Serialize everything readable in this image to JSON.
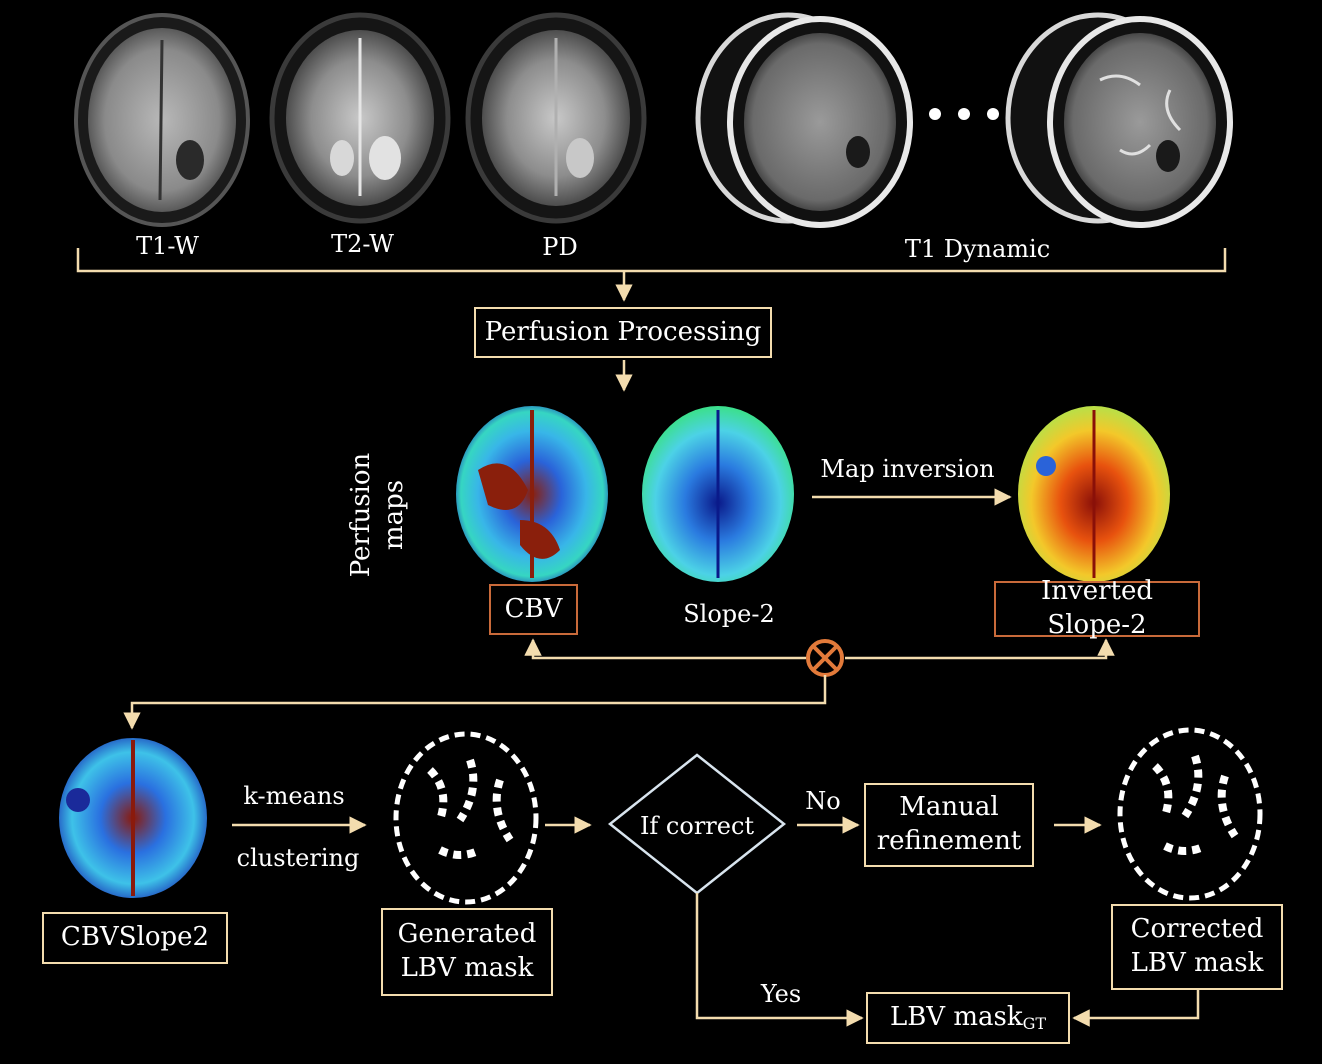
{
  "mri_labels": {
    "t1w": "T1-W",
    "t2w": "T2-W",
    "pd": "PD",
    "t1dyn": "T1 Dynamic"
  },
  "perfusion_processing": "Perfusion Processing",
  "perfusion_maps": {
    "line1": "Perfusion",
    "line2": "maps"
  },
  "maps": {
    "cbv": "CBV",
    "slope2": "Slope-2",
    "inverted": "Inverted Slope-2",
    "map_inversion": "Map inversion"
  },
  "cbvslope2": "CBVSlope2",
  "kmeans": {
    "line1": "k-means",
    "line2": "clustering"
  },
  "generated": {
    "line1": "Generated",
    "line2": "LBV mask"
  },
  "if_correct": "If correct",
  "no": "No",
  "yes": "Yes",
  "manual": {
    "line1": "Manual",
    "line2": "refinement"
  },
  "corrected": {
    "line1": "Corrected",
    "line2": "LBV mask"
  },
  "gt_mask": {
    "main": "LBV mask",
    "sub": "GT"
  },
  "colors": {
    "arrow": "#f3dcae",
    "accent": "#c96a3a",
    "diamond": "#d8e4ee"
  }
}
